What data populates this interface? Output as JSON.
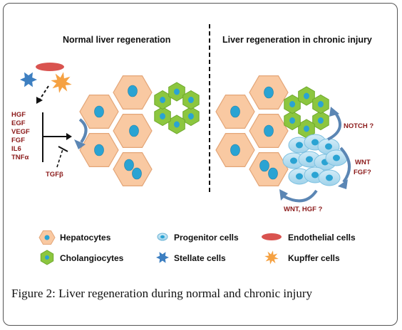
{
  "panels": {
    "left_title": "Normal liver regeneration",
    "right_title": "Liver regeneration in chronic injury"
  },
  "factors": {
    "growth_factors": [
      "HGF",
      "EGF",
      "VEGF",
      "FGF",
      "IL6",
      "TNFα"
    ],
    "inhibitor": "TGFβ",
    "notch": "NOTCH ?",
    "wnt_fgf": [
      "WNT",
      "FGF?"
    ],
    "wnt_hgf": "WNT, HGF ?"
  },
  "legend": {
    "hepatocytes": "Hepatocytes",
    "progenitor": "Progenitor cells",
    "endothelial": "Endothelial cells",
    "cholangiocytes": "Cholangiocytes",
    "stellate": "Stellate cells",
    "kupffer": "Kupffer cells"
  },
  "colors": {
    "hepatocyte_fill": "#f9c9a2",
    "hepatocyte_stroke": "#e3a577",
    "nucleus": "#2aa3d3",
    "cholangiocyte_fill": "#8cc63f",
    "progenitor_fill": "#a9d8ee",
    "endothelial": "#d9534f",
    "stellate": "#3d7fc1",
    "kupffer": "#f5a142",
    "factor_text": "#8b1a1a",
    "arrow_blue": "#5b86b4"
  },
  "caption": "Figure 2: Liver regeneration during normal and chronic injury"
}
